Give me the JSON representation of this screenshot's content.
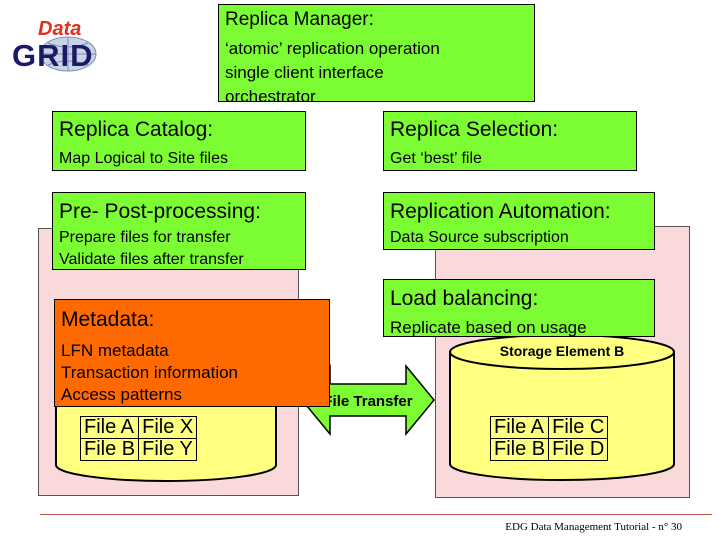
{
  "logo": {
    "top_text": "Data",
    "main_text": "GRID"
  },
  "replica_manager": {
    "title": "Replica Manager:",
    "lines": [
      "‘atomic’ replication operation",
      "single client interface",
      "orchestrator"
    ]
  },
  "replica_catalog": {
    "title": "Replica Catalog:",
    "desc": "Map Logical to Site files"
  },
  "replica_selection": {
    "title": "Replica Selection:",
    "desc": "Get ‘best’ file"
  },
  "pre_post": {
    "title": "Pre- Post-processing:",
    "lines": [
      "Prepare files for transfer",
      "Validate files after transfer"
    ]
  },
  "replication_automation": {
    "title": "Replication Automation:",
    "desc": "Data Source subscription"
  },
  "load_balancing": {
    "title": "Load balancing:",
    "desc": "Replicate based on usage"
  },
  "metadata": {
    "title": "Metadata:",
    "lines": [
      "LFN metadata",
      "Transaction information",
      "Access patterns"
    ]
  },
  "storage_a": {
    "files": [
      [
        "File A",
        "File X"
      ],
      [
        "File B",
        "File Y"
      ]
    ]
  },
  "storage_b": {
    "label": "Storage Element B",
    "files": [
      [
        "File A",
        "File C"
      ],
      [
        "File B",
        "File D"
      ]
    ]
  },
  "transfer": {
    "label": "File Transfer"
  },
  "footer": {
    "text": "EDG Data Management Tutorial - n° 30"
  },
  "colors": {
    "green": "#7CFC32",
    "orange": "#FF6A00",
    "pink": "#F9D9D9",
    "cylinder": "#FFFF80"
  }
}
